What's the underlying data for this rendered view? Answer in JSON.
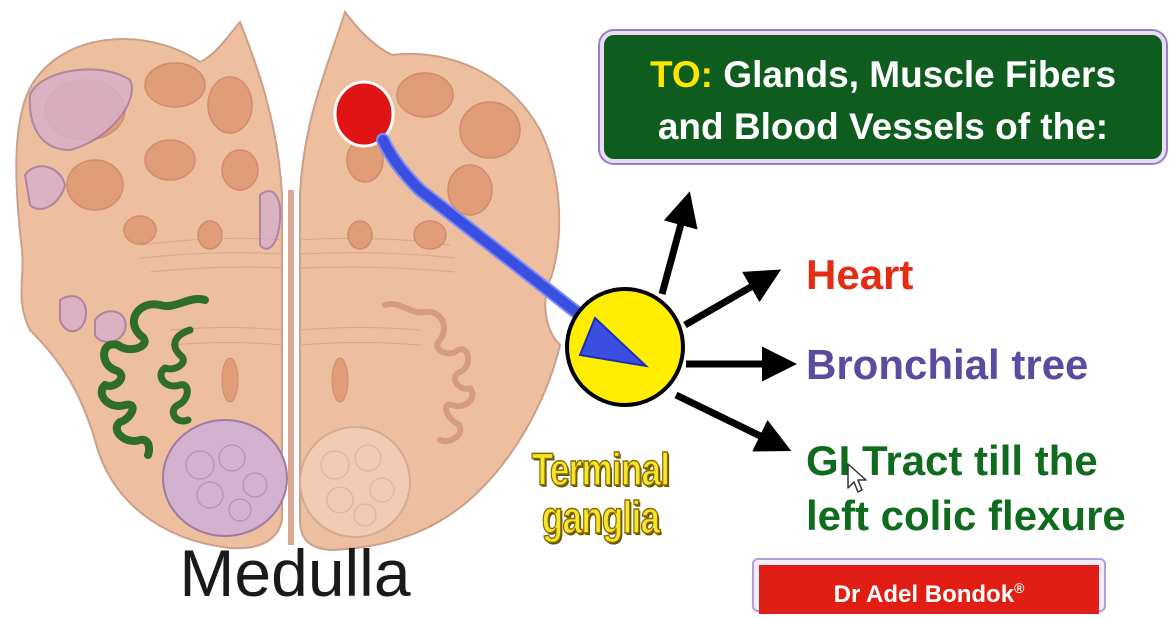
{
  "labels": {
    "medulla": "Medulla",
    "terminal_ganglia_line1": "Terminal",
    "terminal_ganglia_line2": "ganglia"
  },
  "to_box": {
    "prefix": "TO:",
    "line1_rest": " Glands, Muscle Fibers",
    "line2": "and Blood Vessels of the:"
  },
  "targets": {
    "heart": "Heart",
    "bronchial": "Bronchial tree",
    "gi_line1": "GI Tract till the",
    "gi_line2": "left colic flexure"
  },
  "signature": {
    "text": "Dr Adel Bondok",
    "mark": "®"
  },
  "colors": {
    "tissue": "#eebf9f",
    "tissue_dark": "#d99a7a",
    "nucleus_red": "#e01414",
    "fiber_blue": "#3a4fe0",
    "ganglion_yellow": "#ffee00",
    "green_box": "#0f5c1f",
    "olive_green": "#2e6e2a",
    "heart_red": "#e52b12",
    "bronchial_purple": "#5b4aa0",
    "gi_green": "#0f6b1e"
  },
  "icons": {
    "cursor": "mouse-pointer-icon",
    "ganglion": "ganglion-circle-icon"
  }
}
